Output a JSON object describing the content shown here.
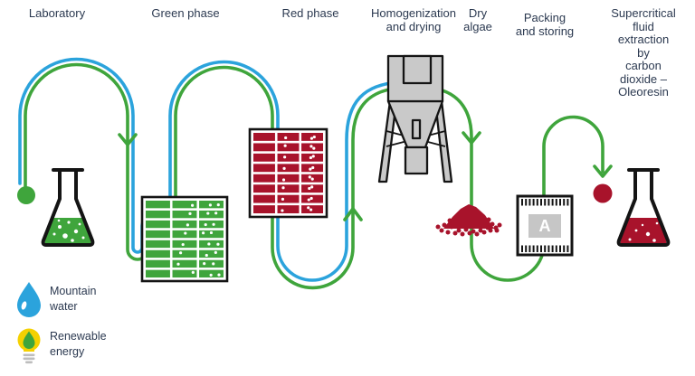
{
  "stages": [
    {
      "label": "Laboratory"
    },
    {
      "label": "Green phase"
    },
    {
      "label": "Red phase"
    },
    {
      "label": "Homogenization\nand drying"
    },
    {
      "label": "Dry\nalgae"
    },
    {
      "label": "Packing\nand storing"
    },
    {
      "label": "Supercritical fluid\nextraction by\ncarbon dioxide –\nOleoresin"
    }
  ],
  "packing": {
    "letter": "A"
  },
  "panels": {
    "green": {
      "rows": 8,
      "cols": 3
    },
    "red": {
      "rows": 8,
      "cols": 3
    }
  },
  "legend": {
    "items": [
      {
        "icon": "water-drop-icon",
        "label": "Mountain\nwater"
      },
      {
        "icon": "bulb-leaf-icon",
        "label": "Renewable\nenergy"
      }
    ]
  },
  "colors": {
    "blue": "#2BA3DC",
    "green": "#3FA53C",
    "crimson": "#A8132B",
    "navy": "#2B3950",
    "outline": "#141414",
    "machine_gray": "#C9C9C9",
    "label_gray": "#C6C6C6",
    "yellow": "#F5D101",
    "base_gray": "#BDBDBD"
  }
}
